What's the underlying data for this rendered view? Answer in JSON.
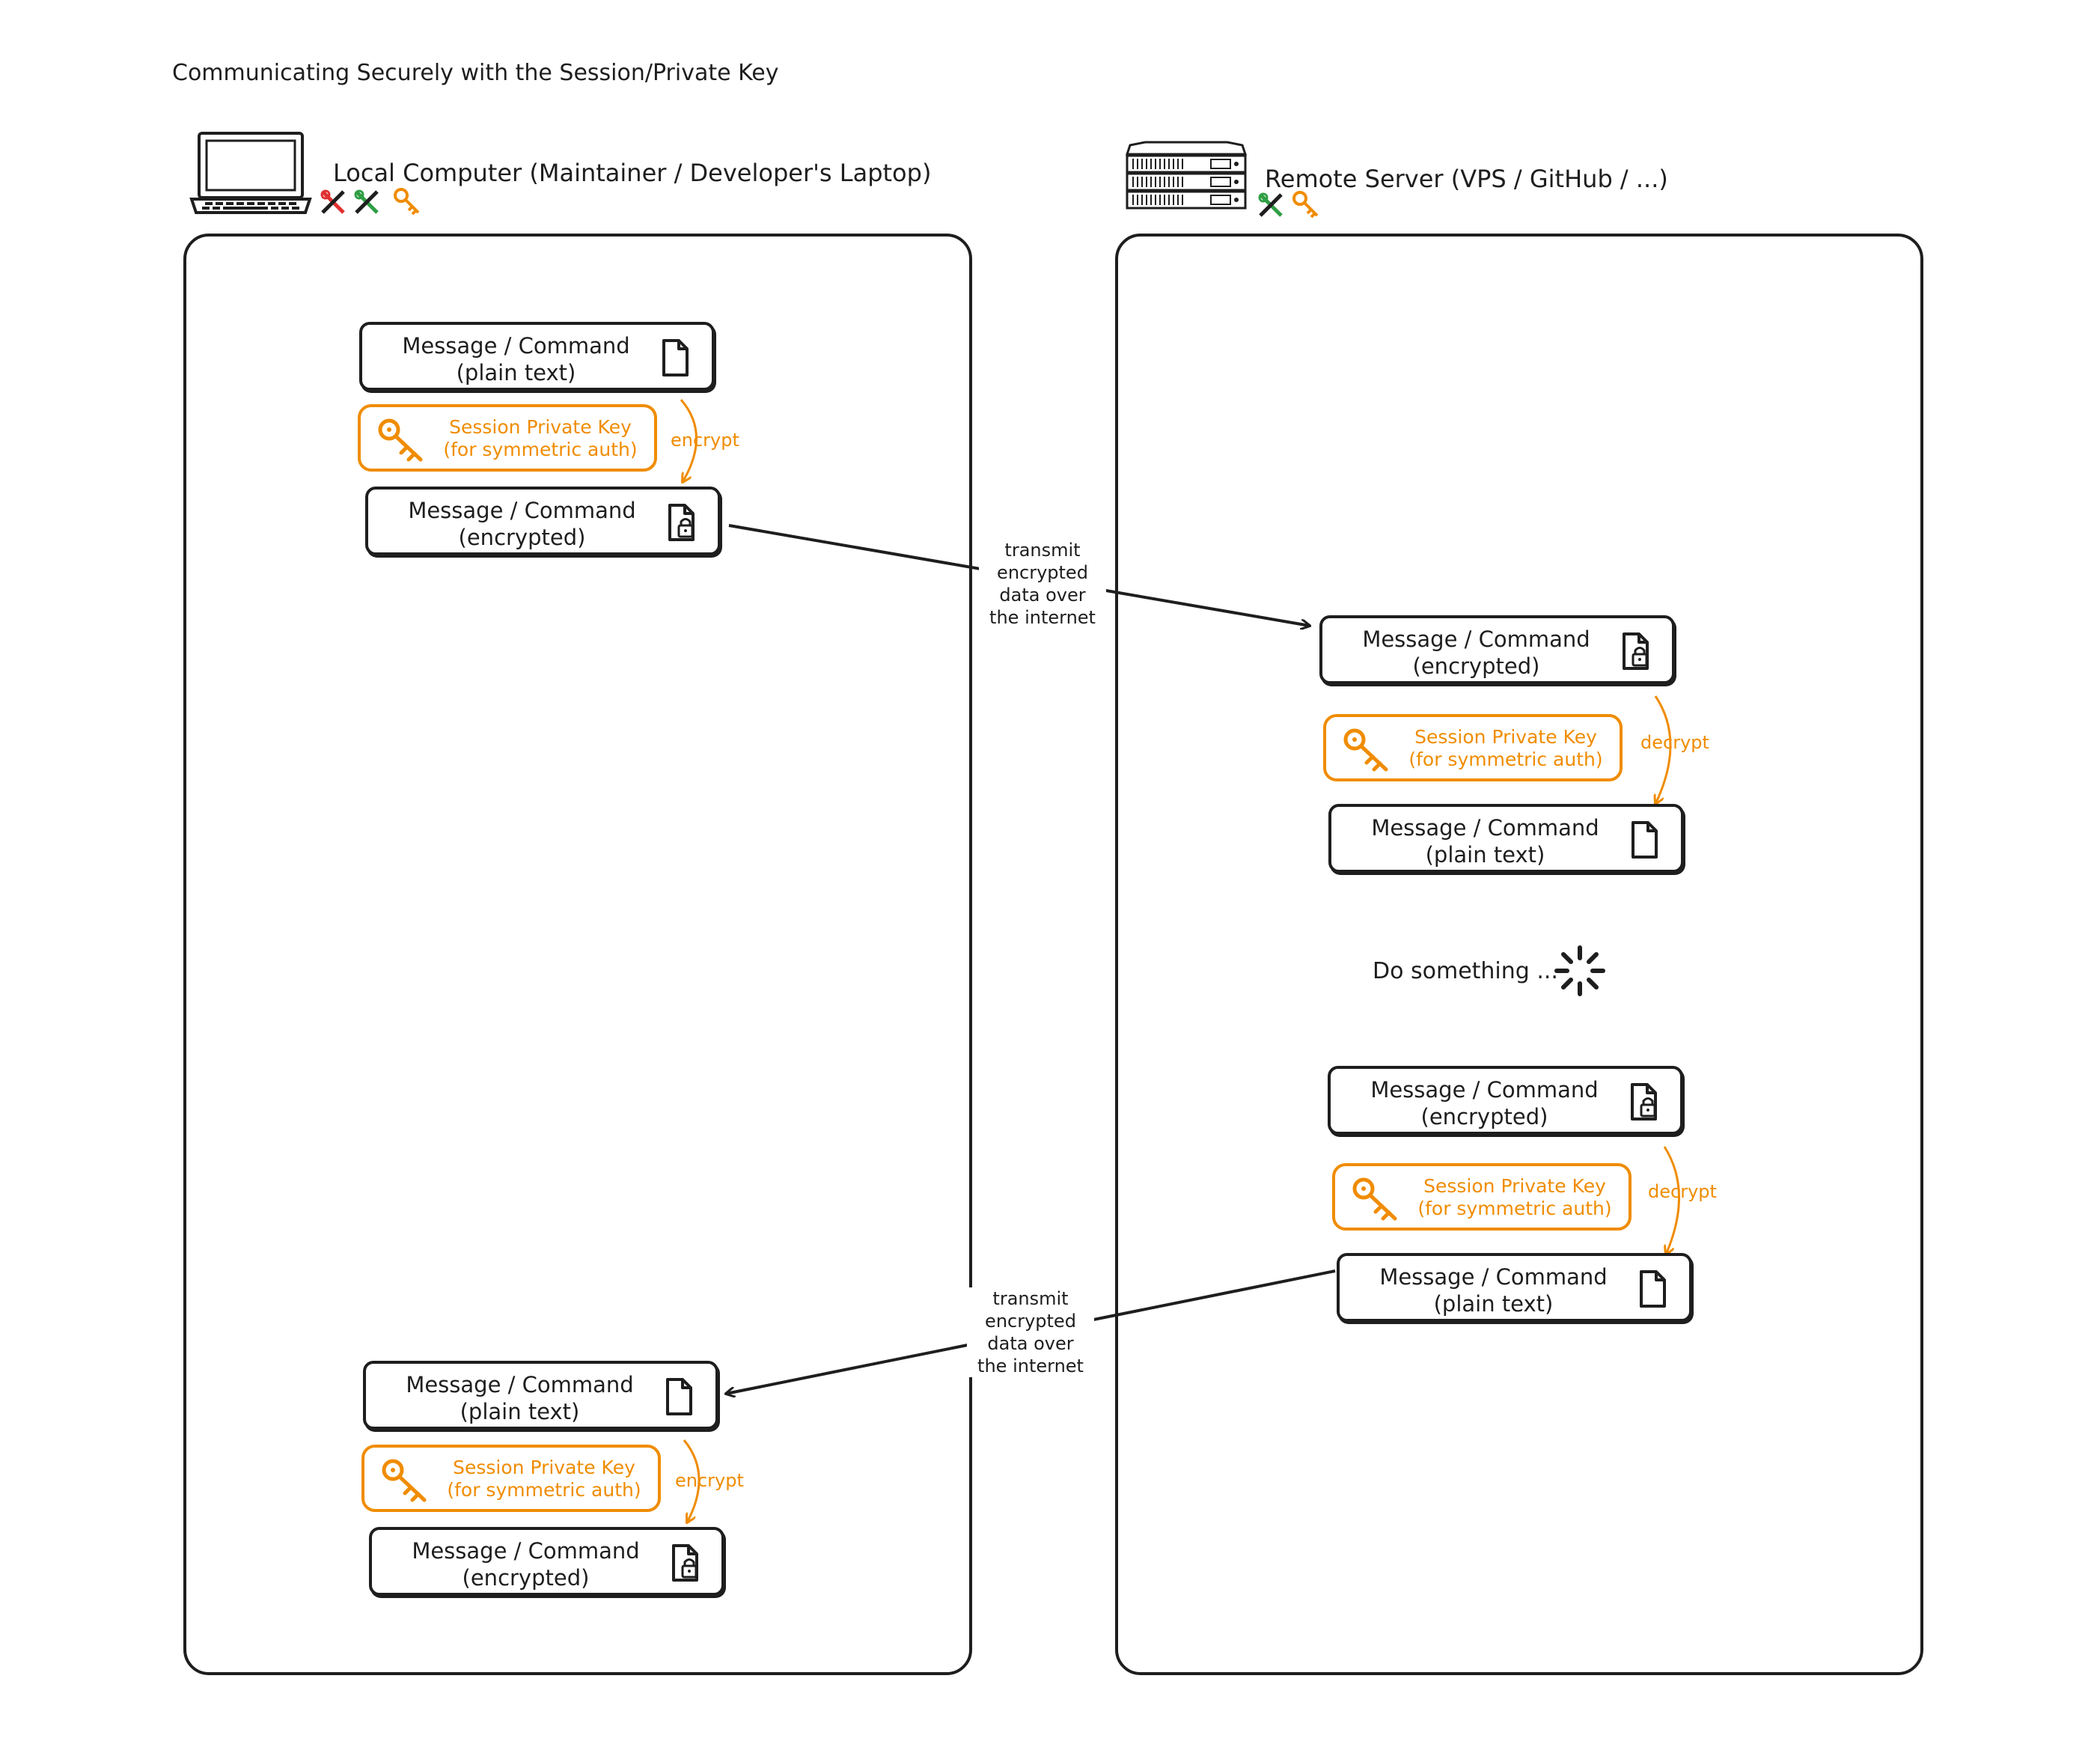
{
  "title": "Communicating Securely with the Session/Private Key",
  "local": {
    "label": "Local Computer (Maintainer / Developer's Laptop)"
  },
  "remote": {
    "label": "Remote Server (VPS / GitHub / ...)"
  },
  "box": {
    "msg_line1": "Message / Command",
    "plain_line2": "(plain text)",
    "enc_line2": "(encrypted)"
  },
  "key": {
    "line1": "Session Private Key",
    "line2": "(for symmetric auth)"
  },
  "actions": {
    "encrypt": "encrypt",
    "decrypt": "decrypt"
  },
  "transmit": {
    "line1": "transmit",
    "line2": "encrypted",
    "line3": "data over",
    "line4": "the internet"
  },
  "do_something": "Do something ...",
  "colors": {
    "ink": "#1e1e1e",
    "key_orange": "#f08c00",
    "key_red": "#e03131",
    "key_green": "#2f9e44"
  },
  "icons": [
    "laptop-icon",
    "server-icon",
    "key-icon",
    "document-icon",
    "locked-document-icon",
    "spinner-icon"
  ]
}
